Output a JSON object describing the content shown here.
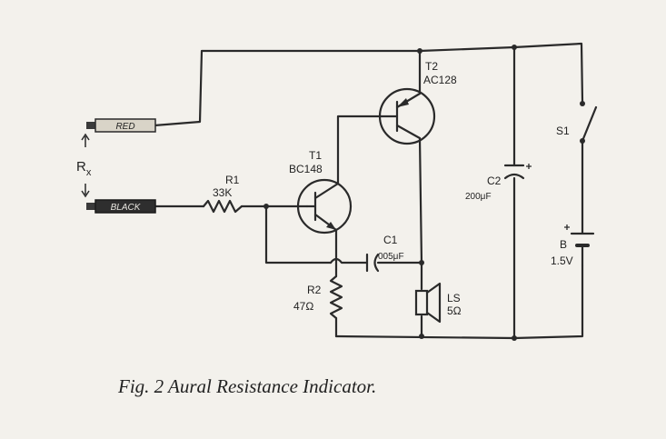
{
  "caption": "Fig. 2 Aural Resistance Indicator.",
  "probes": {
    "red_label": "RED",
    "black_label": "BLACK",
    "rx_main": "R",
    "rx_sub": "x"
  },
  "components": {
    "t1": {
      "name": "T1",
      "part": "BC148"
    },
    "t2": {
      "name": "T2",
      "part": "AC128"
    },
    "r1": {
      "name": "R1",
      "value": "33K"
    },
    "r2": {
      "name": "R2",
      "value": "47Ω"
    },
    "c1": {
      "name": "C1",
      "value": "005μF"
    },
    "c2": {
      "name": "C2",
      "value": "200μF"
    },
    "ls": {
      "name": "LS",
      "value": "5Ω"
    },
    "s1": {
      "name": "S1"
    },
    "battery": {
      "name": "B",
      "value": "1.5V"
    }
  }
}
